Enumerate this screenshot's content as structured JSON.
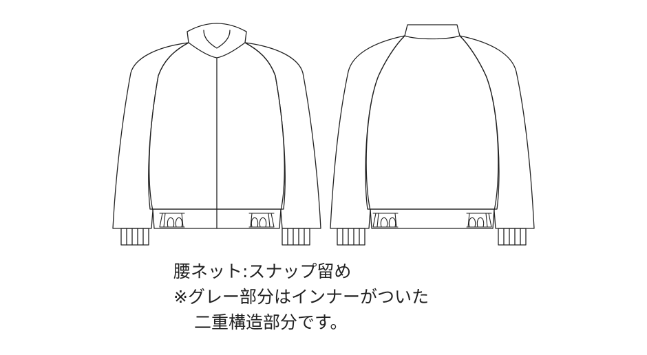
{
  "notes": {
    "line1": "腰ネット:スナップ留め",
    "line2": "※グレー部分はインナーがついた",
    "line3": "二重構造部分です。"
  }
}
